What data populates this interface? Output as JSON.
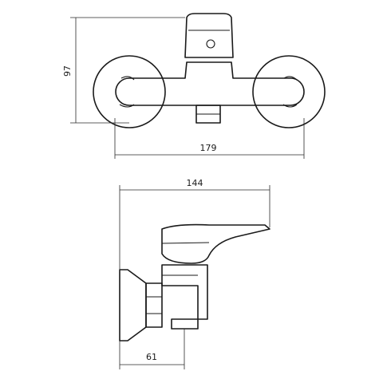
{
  "dimensions": {
    "height": "97",
    "width": "179",
    "depth": "144",
    "wall_offset": "61"
  },
  "colors": {
    "ink": "#1a1a1a",
    "background": "#ffffff"
  }
}
